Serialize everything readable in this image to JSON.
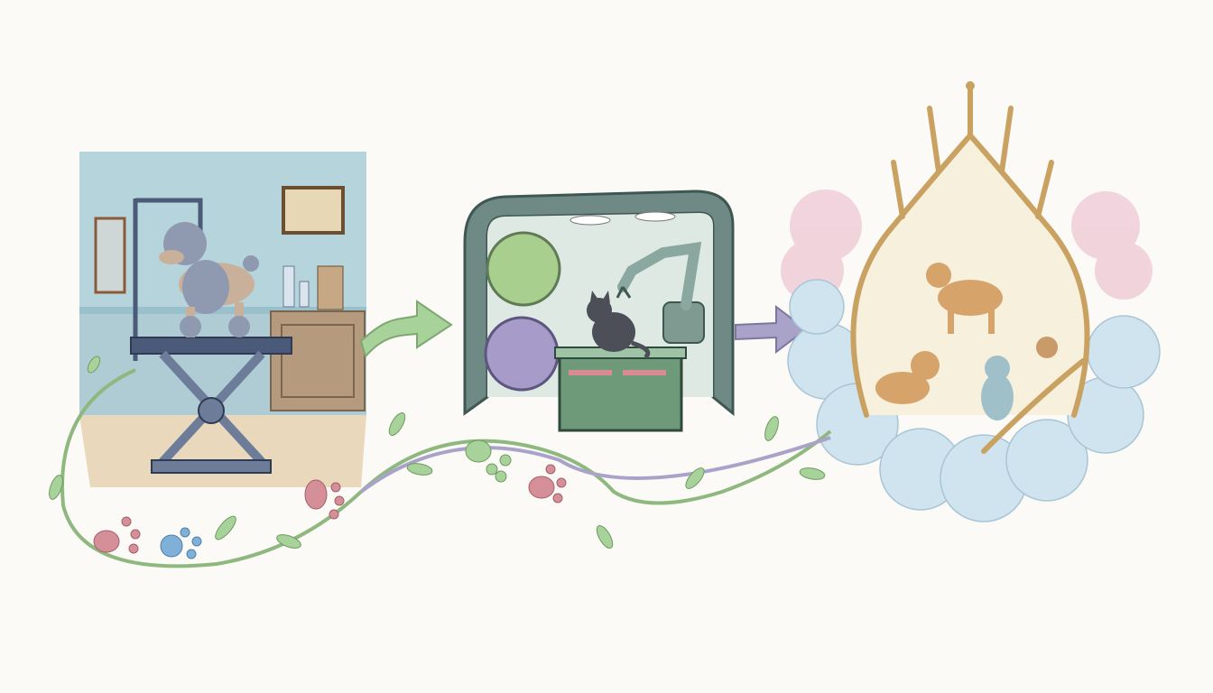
{
  "palette": {
    "background": "#fbfaf7",
    "salon_wall": "#a9cdd6",
    "salon_floor": "#e2c9a4",
    "cabinet": "#b69a7e",
    "table": "#4a5a78",
    "poodle": "#8f9ab0",
    "lab_frame": "#6f8a85",
    "lab_inner": "#dfe9e4",
    "lab_counter": "#6f9a7a",
    "orb_green": "#a9cf8f",
    "orb_purple": "#a79bc9",
    "arrow_green": "#a7d39a",
    "arrow_purple": "#a9a3c9",
    "vine": "#8fb87f",
    "paw_pink": "#d48f98",
    "paw_blue": "#7fb0d8",
    "gold": "#c9a161",
    "cloud_pink": "#efcfd9",
    "cloud_blue": "#cfe4ee"
  },
  "scenes": [
    {
      "name": "grooming-salon",
      "icon": "poodle-on-grooming-table"
    },
    {
      "name": "lab-pod",
      "icon": "cat-with-robot-arm"
    },
    {
      "name": "cloud-heaven",
      "icon": "pets-in-golden-cloud-portal"
    }
  ]
}
